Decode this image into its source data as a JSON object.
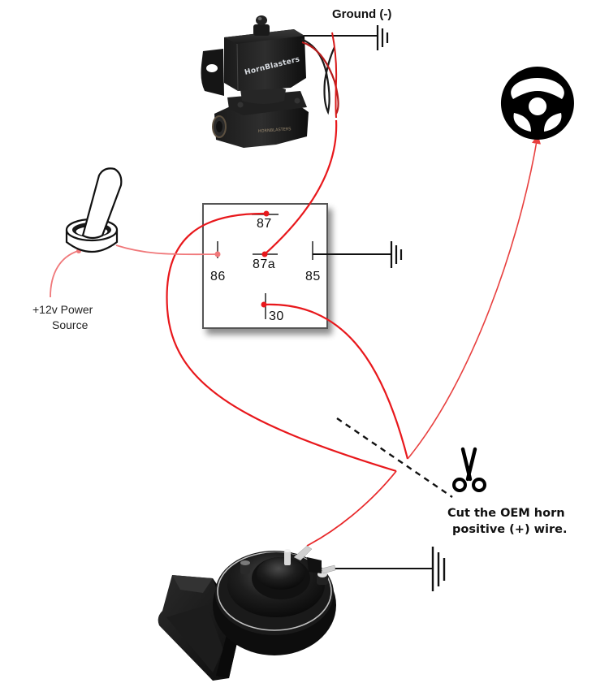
{
  "title": "HornBlasters horn relay wiring diagram",
  "colors": {
    "wire_power": "#e8181c",
    "wire_switched": "#f0787a",
    "wire_ground": "#111111",
    "relay_border": "#555555",
    "background": "#ffffff"
  },
  "components": {
    "solenoid": {
      "brand": "HornBlasters",
      "icon": "air-solenoid-valve"
    },
    "toggle_switch": {
      "icon": "toggle-switch"
    },
    "steering_wheel": {
      "icon": "steering-wheel-icon"
    },
    "horn": {
      "icon": "oem-horn"
    },
    "scissors": {
      "icon": "scissors-icon"
    }
  },
  "labels": {
    "ground": "Ground (-)",
    "power_source_line1": "+12v Power",
    "power_source_line2": "Source",
    "cut_note_line1": "Cut the OEM horn",
    "cut_note_line2": "positive (+) wire."
  },
  "relay": {
    "pins": [
      {
        "id": "87",
        "label": "87"
      },
      {
        "id": "86",
        "label": "86"
      },
      {
        "id": "87a",
        "label": "87a"
      },
      {
        "id": "85",
        "label": "85"
      },
      {
        "id": "30",
        "label": "30"
      }
    ]
  },
  "connections": [
    {
      "from": "solenoid",
      "to": "relay-87a",
      "wire": "power"
    },
    {
      "from": "solenoid",
      "to": "ground",
      "wire": "ground"
    },
    {
      "from": "toggle-switch",
      "to": "relay-86",
      "wire": "switched"
    },
    {
      "from": "power-source",
      "to": "toggle-switch",
      "wire": "switched"
    },
    {
      "from": "relay-85",
      "to": "ground",
      "wire": "ground"
    },
    {
      "from": "relay-87",
      "to": "horn",
      "wire": "power"
    },
    {
      "from": "relay-30",
      "to": "steering-wheel",
      "wire": "power"
    },
    {
      "from": "horn",
      "to": "ground",
      "wire": "ground"
    }
  ]
}
